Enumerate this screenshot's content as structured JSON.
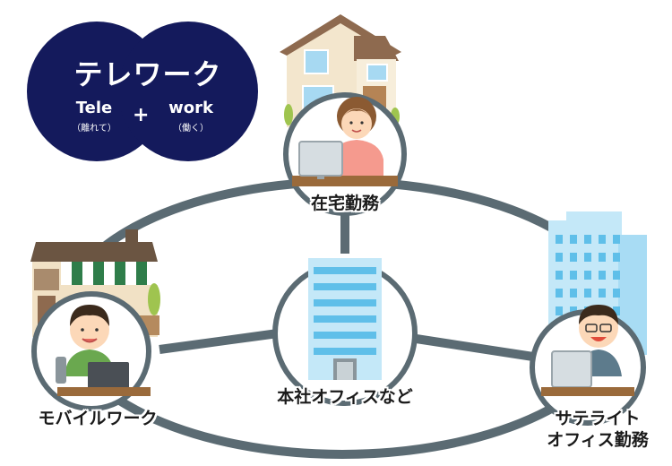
{
  "logo": {
    "title": "テレワーク",
    "left_word": "Tele",
    "left_sub": "（離れて）",
    "plus": "+",
    "right_word": "work",
    "right_sub": "（働く）"
  },
  "nodes": {
    "home": "在宅勤務",
    "hq": "本社オフィスなど",
    "mobile": "モバイルワーク",
    "satellite_line1": "サテライト",
    "satellite_line2": "オフィス勤務"
  },
  "colors": {
    "logo_navy": "#141a5c",
    "ring_gray": "#5b6b73",
    "building_blue": "#9dd7f4",
    "window_blue": "#5fbfe9"
  }
}
